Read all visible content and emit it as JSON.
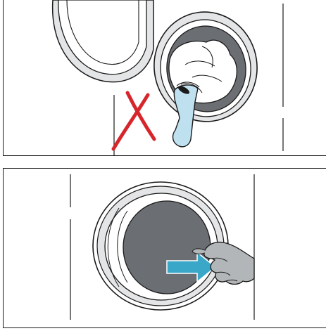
{
  "colors": {
    "outline": "#1a1a1a",
    "drum_interior": "#6b6e72",
    "door_gray": "#e3e5e6",
    "laundry_light": "#ffffff",
    "sock_blue": "#bfe0ef",
    "prohibition_cross": "#d6262c",
    "arrow_blue": "#3aa6c8",
    "hand_gray": "#b3b6b8"
  },
  "panels": [
    {
      "step": "top",
      "state": "prohibited",
      "icons": [
        "washer-door-open-icon",
        "drum-laundry-icon",
        "sock-caught-icon",
        "red-cross-icon"
      ]
    },
    {
      "step": "bottom",
      "state": "correct",
      "icons": [
        "washer-door-closed-icon",
        "hand-icon",
        "push-arrow-icon"
      ]
    }
  ]
}
